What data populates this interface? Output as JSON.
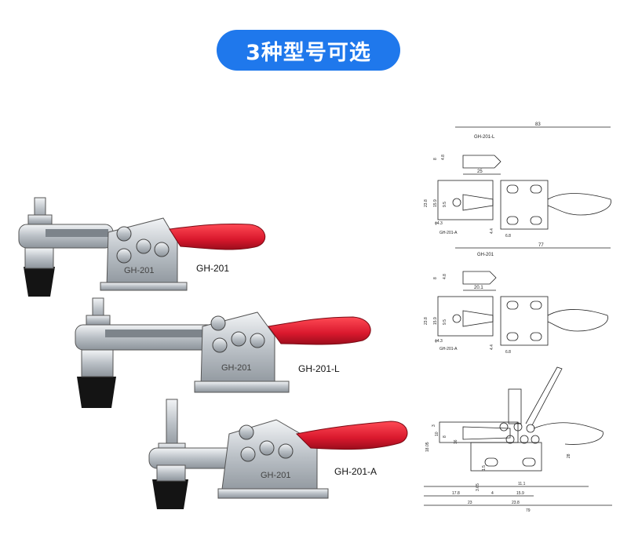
{
  "title": "3种型号可选",
  "products": [
    {
      "model": "GH-201",
      "stamp": "GH-201"
    },
    {
      "model": "GH-201-L",
      "stamp": "GH-201"
    },
    {
      "model": "GH-201-A",
      "stamp": "GH-201"
    }
  ],
  "drawings": {
    "top": {
      "model": "GH-201-L",
      "sub_model": "GH-201-A",
      "dims": [
        "83",
        "8",
        "4.8",
        "25",
        "23.8",
        "15.9",
        "9.5",
        "ϕ4.3",
        "4.4",
        "6.8"
      ]
    },
    "middle": {
      "model": "GH-201",
      "sub_model": "GH-201-A",
      "dims": [
        "77",
        "8",
        "4.8",
        "20.1",
        "23.8",
        "15.9",
        "9.5",
        "ϕ4.3",
        "4.4",
        "6.8"
      ]
    },
    "bottom": {
      "dims": [
        "3",
        "10",
        "8",
        "16",
        "18.05",
        "28",
        "1.5",
        "3.65",
        "17.8",
        "4",
        "11.1",
        "15.9",
        "23",
        "23.8",
        "79"
      ]
    }
  },
  "colors": {
    "accent": "#1f78ec",
    "handle": "#d9182d",
    "metal": "#c9ced3",
    "base_rubber": "#141414"
  }
}
